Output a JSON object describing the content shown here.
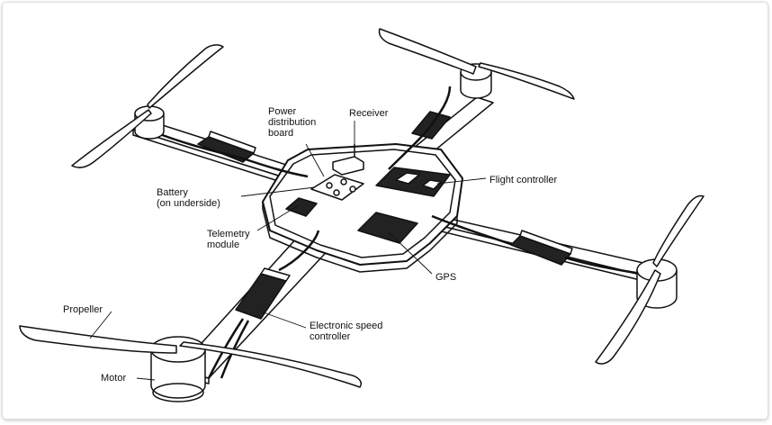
{
  "diagram": {
    "labels": {
      "receiver": "Receiver",
      "power_distribution_board": "Power\ndistribution\nboard",
      "flight_controller": "Flight controller",
      "battery": "Battery\n(on underside)",
      "telemetry_module": "Telemetry\nmodule",
      "gps": "GPS",
      "propeller": "Propeller",
      "electronic_speed_controller": "Electronic speed\ncontroller",
      "motor": "Motor"
    }
  }
}
